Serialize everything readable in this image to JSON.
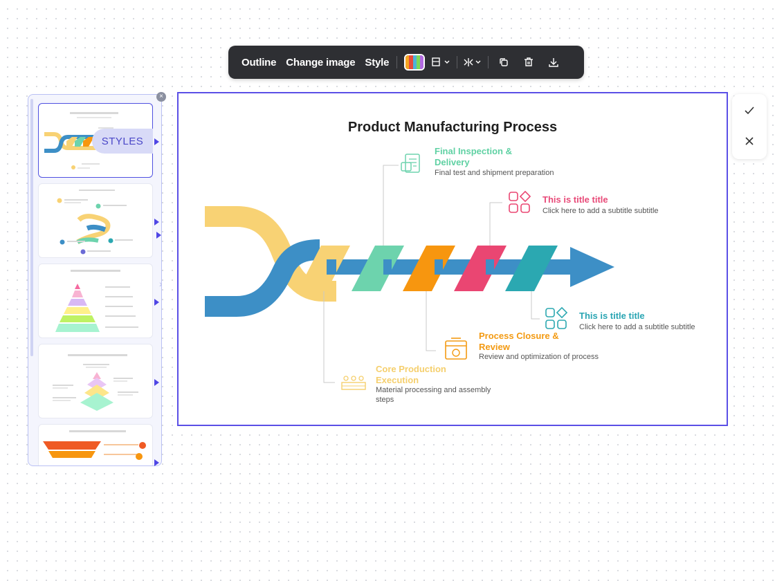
{
  "toolbar": {
    "outline": "Outline",
    "change_image": "Change image",
    "style": "Style",
    "palette_colors": [
      "#f5a623",
      "#e74c3c",
      "#4fb3d9",
      "#7ed957",
      "#b36ae2"
    ]
  },
  "styles_panel": {
    "badge": "STYLES",
    "close_icon": "close-icon"
  },
  "slide": {
    "title": "Product Manufacturing Process",
    "steps": [
      {
        "title": "Final Inspection & Delivery",
        "subtitle": "Final test and shipment preparation",
        "color": "#5fd1a3"
      },
      {
        "title": "This is title title",
        "subtitle": "Click here to add a subtitle subtitle",
        "color": "#e84a78"
      },
      {
        "title": "This is title title",
        "subtitle": "Click here to add a subtitle subtitle",
        "color": "#2aa5b3"
      },
      {
        "title": "Process Closure & Review",
        "subtitle": "Review and optimization of process",
        "color": "#f39a12"
      },
      {
        "title": "Core Production Execution",
        "subtitle": "Material processing and assembly steps",
        "color": "#f5cf6d"
      }
    ],
    "colors": {
      "yellow": "#f8d274",
      "blue": "#3d8fc6",
      "green": "#6dd3ad",
      "orange": "#f7960f",
      "pink": "#ea4672",
      "teal": "#2ba8b1"
    }
  },
  "side_actions": {
    "confirm_icon": "check-icon",
    "cancel_icon": "close-icon"
  }
}
